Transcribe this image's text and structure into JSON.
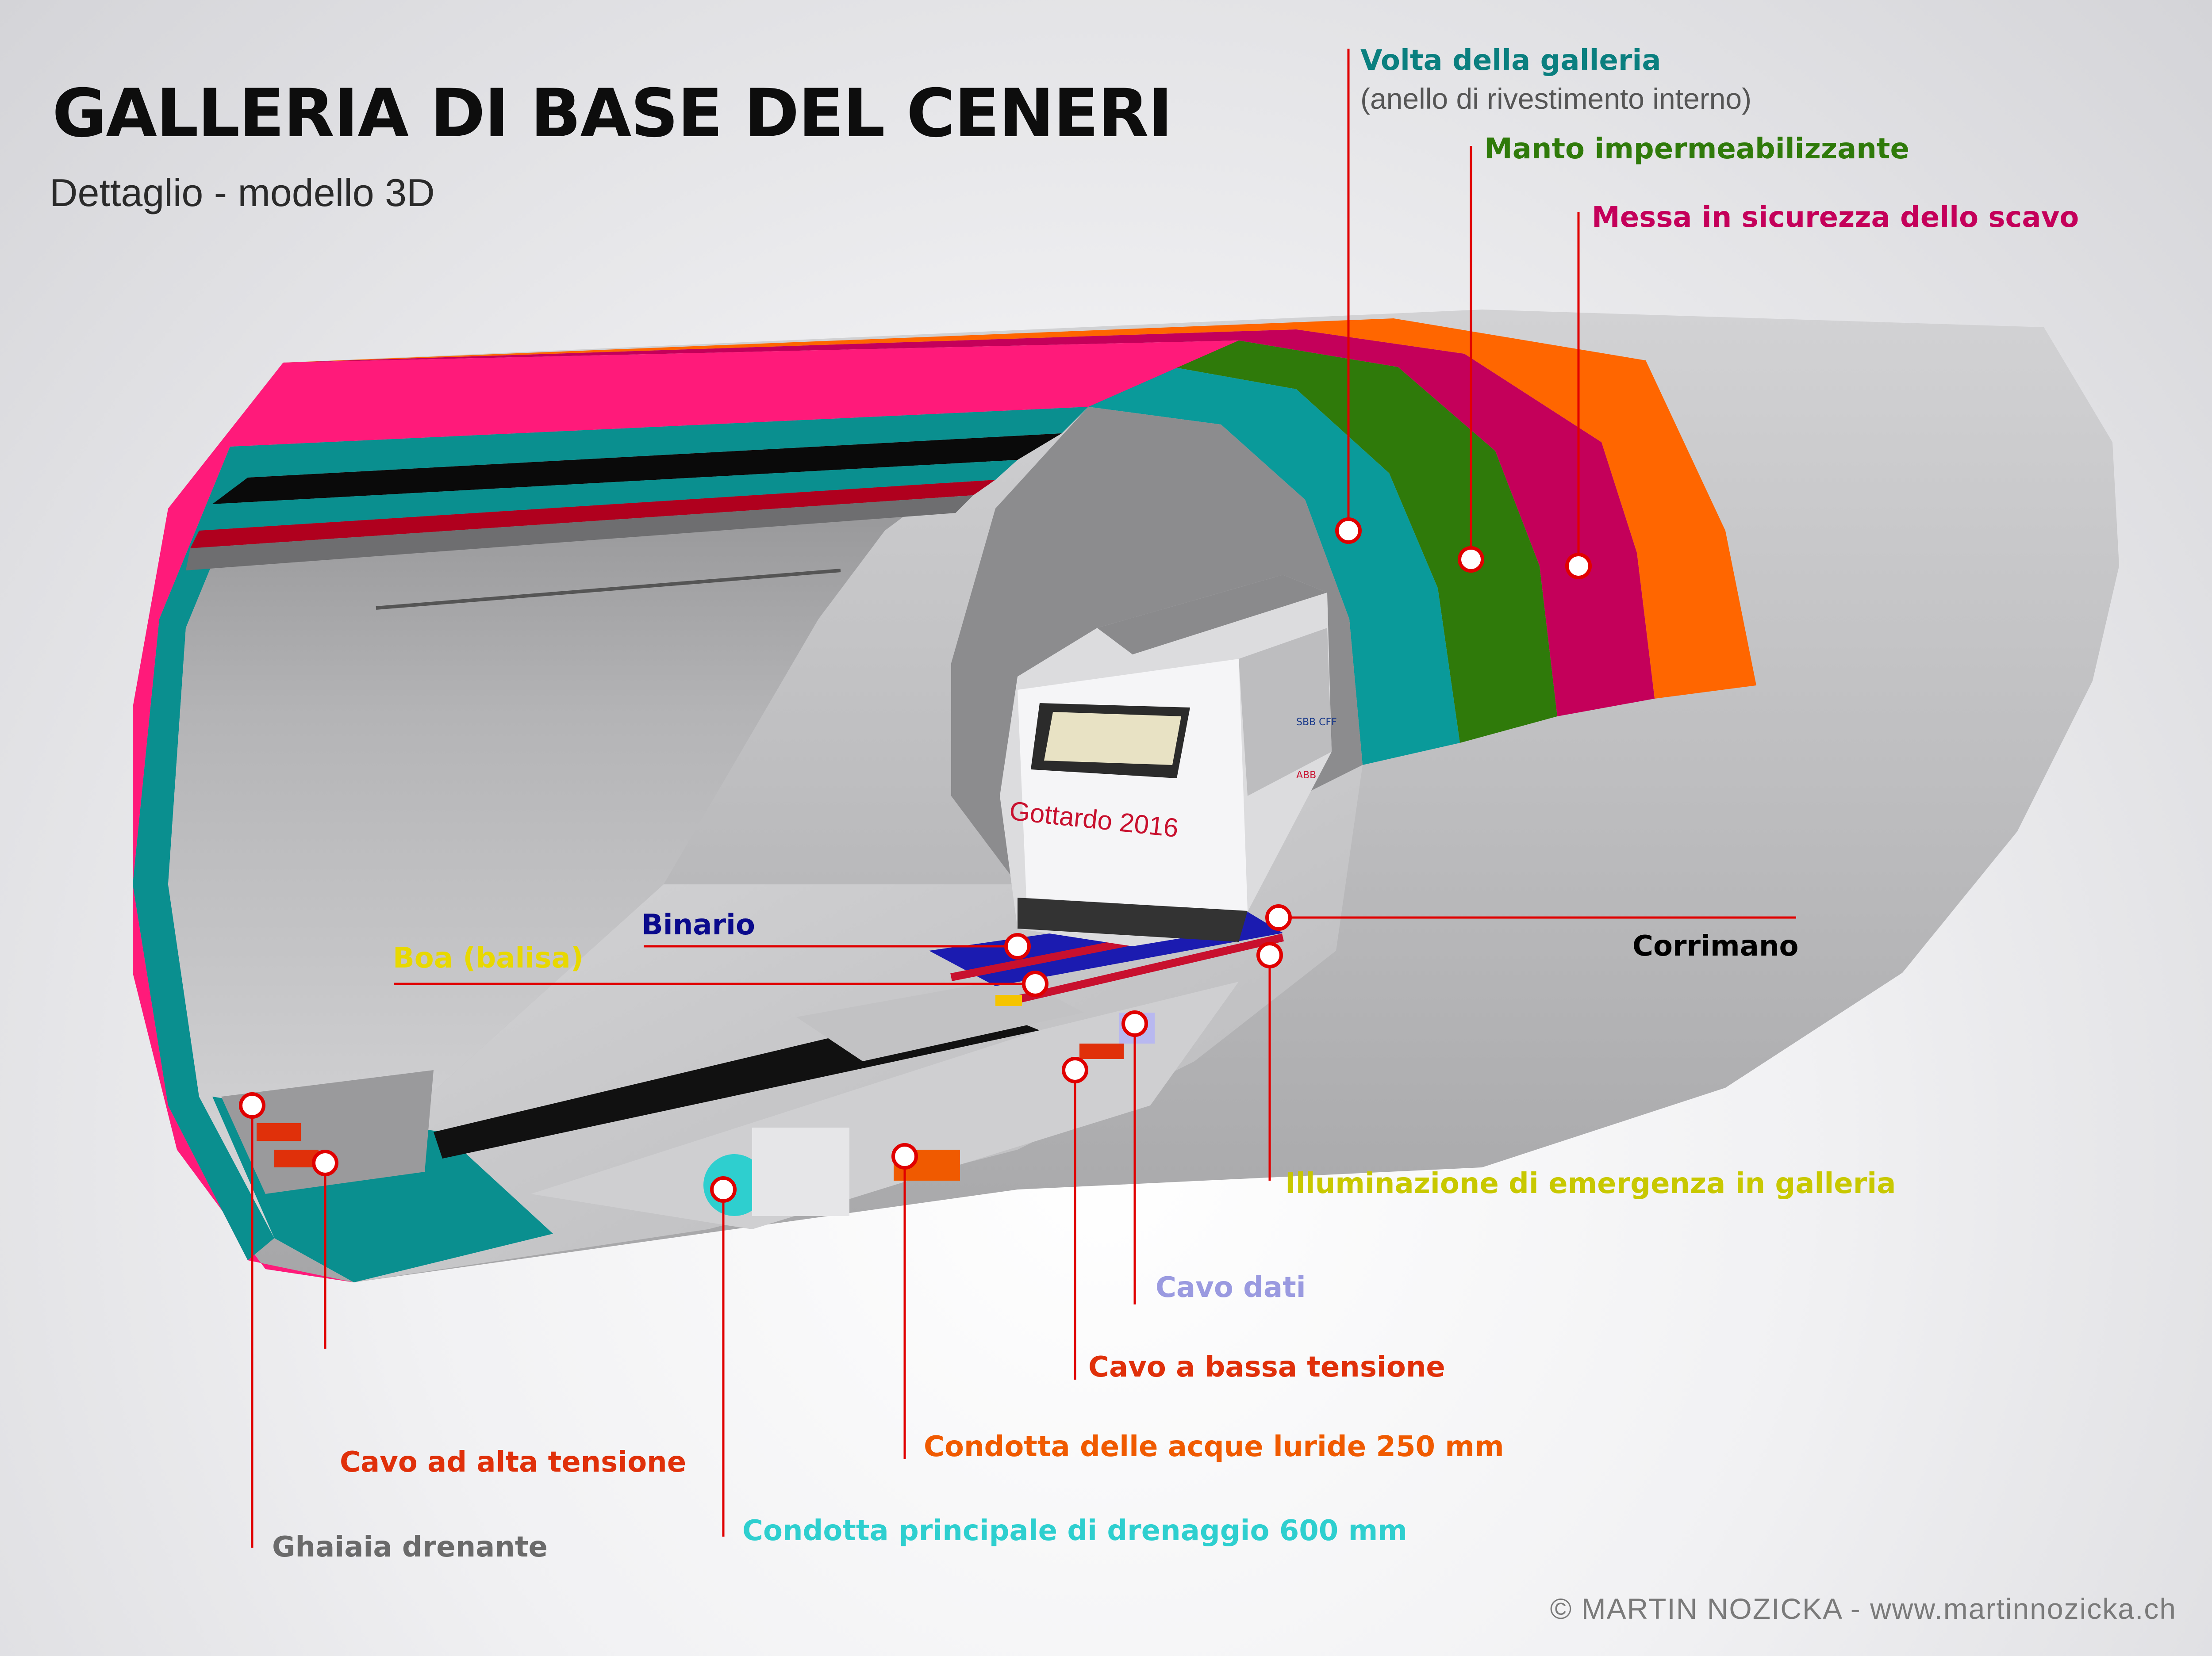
{
  "header": {
    "title": "GALLERIA DI BASE DEL CENERI",
    "subtitle": "Dettaglio - modello 3D"
  },
  "labels": {
    "volta": "Volta della galleria",
    "volta_sub": "(anello di rivestimento interno)",
    "manto": "Manto impermeabilizzante",
    "messa": "Messa in sicurezza dello scavo",
    "binario": "Binario",
    "boa": "Boa (balisa)",
    "corrimano": "Corrimano",
    "illuminazione": "Illuminazione di emergenza in galleria",
    "cavo_dati": "Cavo dati",
    "cavo_bassa": "Cavo a bassa tensione",
    "condotta_luride": "Condotta delle acque luride   250 mm",
    "cavo_alta": "Cavo ad alta tensione",
    "condotta_drenaggio": "Condotta principale di drenaggio   600 mm",
    "ghiaia": "Ghaiaia drenante"
  },
  "train": {
    "livery": "Gottardo 2016",
    "sponsors": [
      "SBB CFF",
      "ABB"
    ]
  },
  "credit": "© MARTIN NOZICKA - www.martinnozicka.ch",
  "colors": {
    "volta": "#0a7f7f",
    "manto": "#2f7a0a",
    "messa": "#c4005a",
    "binario": "#0a0a8c",
    "boa": "#e8d800",
    "corrimano": "#000000",
    "illuminazione": "#c8c800",
    "cavo_dati": "#9a9ae0",
    "cavo_bassa": "#e0300a",
    "condotta_luride": "#f05a00",
    "cavo_alta": "#e0300a",
    "condotta_drenaggio": "#2ecfcf",
    "ghiaia": "#6a6a6a",
    "leader": "#e00000"
  }
}
